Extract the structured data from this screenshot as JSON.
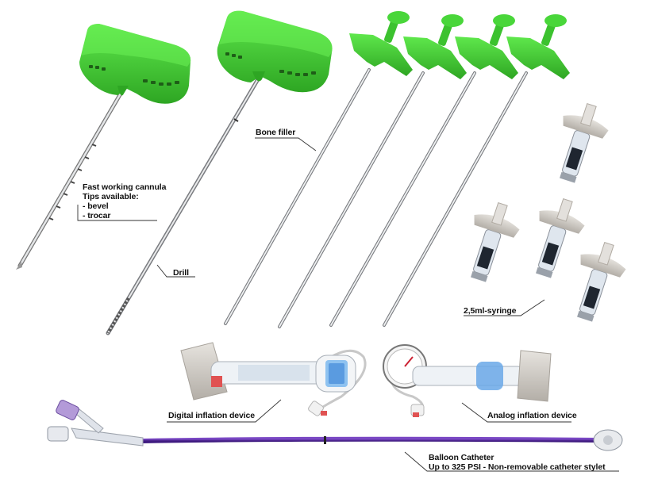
{
  "labels": {
    "cannula": {
      "line1": "Fast working cannula",
      "line2": "Tips available:",
      "line3": "- bevel",
      "line4": "- trocar"
    },
    "drill": "Drill",
    "bone_filler": "Bone filler",
    "syringe": "2,5ml-syringe",
    "digital_inflation": "Digital inflation device",
    "analog_inflation": "Analog inflation device",
    "balloon": {
      "line1": "Balloon Catheter",
      "line2": "Up to 325 PSI - Non-removable catheter stylet"
    }
  },
  "colors": {
    "handle_green": "#49d63a",
    "handle_dark": "#2ea623",
    "catheter_purple": "#5b2aa5",
    "syringe_gray": "#c9c4bd",
    "blue_accent": "#6aa8e8"
  }
}
